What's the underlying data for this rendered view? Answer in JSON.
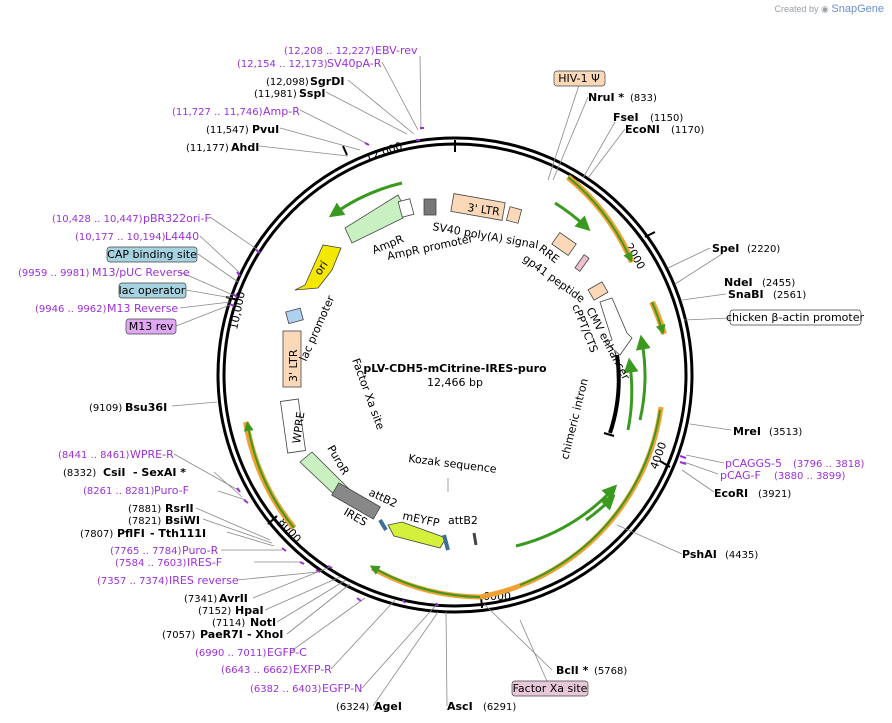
{
  "brand": {
    "prefix": "Created by",
    "name": "SnapGene"
  },
  "plasmid": {
    "name": "pLV-CDH5-mCitrine-IRES-puro",
    "length": "12,466 bp"
  },
  "ticks": {
    "t2000": "2000",
    "t4000": "4000",
    "t6000": "6000",
    "t8000": "8000",
    "t10000": "10,000",
    "t12000": "12,000"
  },
  "sites": {
    "ebv_rev": {
      "coord": "(12,208 .. 12,227)",
      "name": "EBV-rev"
    },
    "sv40pa_r": {
      "coord": "(12,154 .. 12,173)",
      "name": "SV40pA-R"
    },
    "sgrdi": {
      "coord": "(12,098)",
      "name": "SgrDI"
    },
    "sspi": {
      "coord": "(11,981)",
      "name": "SspI"
    },
    "amp_r": {
      "coord": "(11,727 .. 11,746)",
      "name": "Amp-R"
    },
    "pvui": {
      "coord": "(11,547)",
      "name": "PvuI"
    },
    "ahdi": {
      "coord": "(11,177)",
      "name": "AhdI"
    },
    "pbr322ori_f": {
      "coord": "(10,428 .. 10,447)",
      "name": "pBR322ori-F"
    },
    "l4440": {
      "coord": "(10,177 .. 10,194)",
      "name": "L4440"
    },
    "cap_binding_site": {
      "name": "CAP binding site"
    },
    "m13puc_reverse": {
      "coord": "(9959 .. 9981)",
      "name": "M13/pUC Reverse"
    },
    "lac_operator": {
      "name": "lac operator"
    },
    "m13_reverse": {
      "coord": "(9946 .. 9962)",
      "name": "M13 Reverse"
    },
    "m13_rev": {
      "name": "M13 rev"
    },
    "bsu36i": {
      "coord": "(9109)",
      "name": "Bsu36I"
    },
    "wpre_r": {
      "coord": "(8441 .. 8461)",
      "name": "WPRE-R"
    },
    "csii": {
      "coord": "(8332)",
      "name": "CsiI",
      "name2": "- SexAI *"
    },
    "puro_f": {
      "coord": "(8261 .. 8281)",
      "name": "Puro-F"
    },
    "rsrii": {
      "coord": "(7881)",
      "name": "RsrII"
    },
    "bsiwi": {
      "coord": "(7821)",
      "name": "BsiWI"
    },
    "pflfi": {
      "coord": "(7807)",
      "name": "PflFI",
      "name2": "- Tth111I"
    },
    "puro_r": {
      "coord": "(7765 .. 7784)",
      "name": "Puro-R"
    },
    "ires_f": {
      "coord": "(7584 .. 7603)",
      "name": "IRES-F"
    },
    "ires_reverse": {
      "coord": "(7357 .. 7374)",
      "name": "IRES reverse"
    },
    "avrii": {
      "coord": "(7341)",
      "name": "AvrII"
    },
    "hpai": {
      "coord": "(7152)",
      "name": "HpaI"
    },
    "noti": {
      "coord": "(7114)",
      "name": "NotI"
    },
    "paer7i": {
      "coord": "(7057)",
      "name": "PaeR7I",
      "name2": "- XhoI"
    },
    "egfp_c": {
      "coord": "(6990 .. 7011)",
      "name": "EGFP-C"
    },
    "exfp_r": {
      "coord": "(6643 .. 6662)",
      "name": "EXFP-R"
    },
    "egfp_n": {
      "coord": "(6382 .. 6403)",
      "name": "EGFP-N"
    },
    "agei": {
      "coord": "(6324)",
      "name": "AgeI"
    },
    "asci": {
      "coord": "(6291)",
      "name": "AscI"
    },
    "bcli": {
      "coord": "(5768)",
      "name": "BclI *"
    },
    "factor_xa_site": {
      "name": "Factor Xa site"
    },
    "hiv1_psi": {
      "name": "HIV-1 Ψ"
    },
    "nrui": {
      "coord": "(833)",
      "name": "NruI *"
    },
    "fsei": {
      "coord": "(1150)",
      "name": "FseI"
    },
    "econi": {
      "coord": "(1170)",
      "name": "EcoNI"
    },
    "spei": {
      "coord": "(2220)",
      "name": "SpeI"
    },
    "ndei": {
      "coord": "(2455)",
      "name": "NdeI"
    },
    "snabi": {
      "coord": "(2561)",
      "name": "SnaBI"
    },
    "chicken_actin": {
      "name": "chicken β-actin promoter"
    },
    "mrei": {
      "coord": "(3513)",
      "name": "MreI"
    },
    "pcaggs5": {
      "coord": "(3796 .. 3818)",
      "name": "pCAGGS-5"
    },
    "pcag_f": {
      "coord": "(3880 .. 3899)",
      "name": "pCAG-F"
    },
    "ecori": {
      "coord": "(3921)",
      "name": "EcoRI"
    },
    "pshai": {
      "coord": "(4435)",
      "name": "PshAI"
    }
  },
  "features": {
    "ltr3_top": "3' LTR",
    "sv40pa": "SV40 poly(A) signal",
    "rre": "RRE",
    "gp41": "gp41 peptide",
    "cmv": "CMV enhancer",
    "cppt": "cPPT/CTS",
    "chimeric_intron": "chimeric intron",
    "ori": "ori",
    "ampr": "AmpR",
    "ampr_promoter": "AmpR promoter",
    "lac_promoter": "lac promoter",
    "ltr3_left": "3' LTR",
    "factor_xa": "Factor Xa site",
    "wpre": "WPRE",
    "puror": "PuroR",
    "kozak": "Kozak sequence",
    "ires": "IRES",
    "attb2_left": "attB2",
    "meyfp": "mEYFP",
    "attb2_right": "attB2"
  },
  "colors": {
    "primer": "#9b30d9",
    "orange_feature": "#f0a030",
    "green_arrow": "#3a9a20",
    "ampr_fill": "#c9f0c0",
    "ori_fill": "#f5e800",
    "ltr_fill": "#fbd9b8",
    "meyfp_fill": "#d4f03a"
  }
}
